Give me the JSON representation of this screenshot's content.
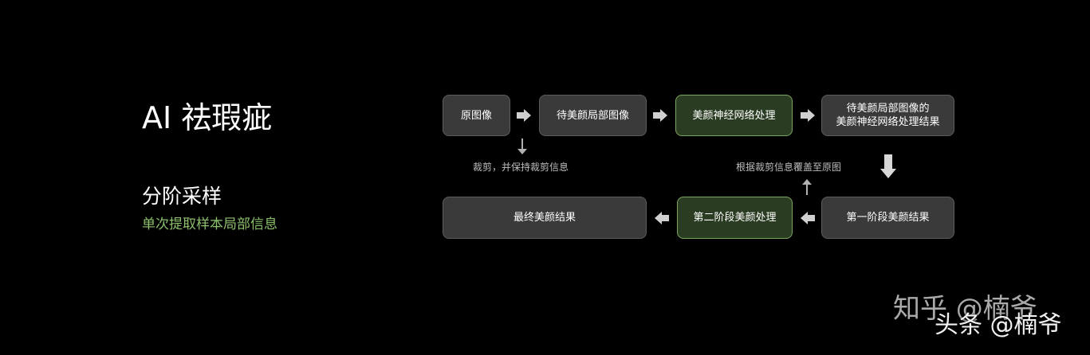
{
  "colors": {
    "background": "#000000",
    "box_gray": "#3a3a3a",
    "box_green": "#2a3d23",
    "border_green": "#7aa55f",
    "accent_green": "#8cc06b",
    "arrow": "#d0d0d0"
  },
  "left": {
    "title": "AI 祛瑕疵",
    "subtitle": "分阶采样",
    "subtext": "单次提取样本局部信息"
  },
  "flow": {
    "nodes": [
      {
        "label": "原图像",
        "style": "gray"
      },
      {
        "label": "待美颜局部图像",
        "style": "gray"
      },
      {
        "label": "美颜神经网络处理",
        "style": "green"
      },
      {
        "label": "待美颜局部图像的\n美颜神经网络处理结果",
        "style": "gray"
      },
      {
        "label": "第一阶段美颜结果",
        "style": "gray"
      },
      {
        "label": "第二阶段美颜处理",
        "style": "green"
      },
      {
        "label": "最终美颜结果",
        "style": "gray"
      }
    ],
    "annotations": [
      {
        "text": "裁剪，并保持裁剪信息"
      },
      {
        "text": "根据裁剪信息覆盖至原图"
      }
    ],
    "arrows": [
      {
        "direction": "right",
        "icon": "arrow-right-icon"
      },
      {
        "direction": "right",
        "icon": "arrow-right-icon"
      },
      {
        "direction": "right",
        "icon": "arrow-right-icon"
      },
      {
        "direction": "down",
        "icon": "arrow-down-icon"
      },
      {
        "direction": "down",
        "icon": "arrow-down-icon"
      },
      {
        "direction": "left",
        "icon": "arrow-left-icon"
      },
      {
        "direction": "left",
        "icon": "arrow-left-icon"
      },
      {
        "direction": "up",
        "icon": "arrow-up-icon"
      }
    ]
  },
  "watermarks": [
    "知乎 @楠爷",
    "头条 @楠爷"
  ]
}
